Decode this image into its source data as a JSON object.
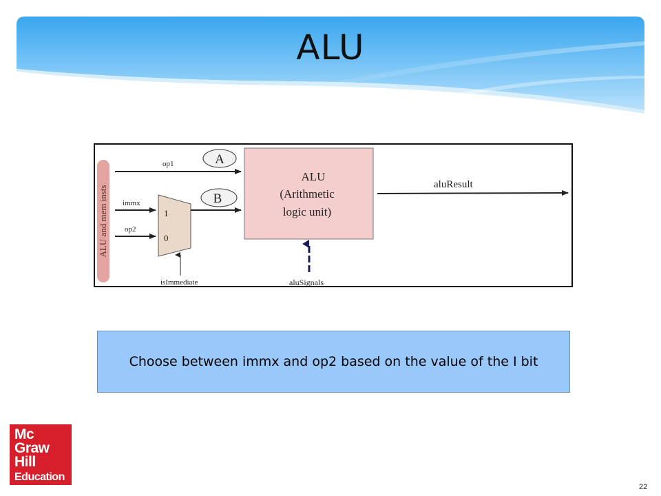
{
  "slide": {
    "title": "ALU",
    "page_number": "22"
  },
  "diagram": {
    "side_label": "ALU and mem insts",
    "inputs": {
      "op1": "op1",
      "immx": "immx",
      "op2": "op2"
    },
    "mux": {
      "input_1": "1",
      "input_0": "0",
      "select": "isImmediate"
    },
    "ports": {
      "a": "A",
      "b": "B"
    },
    "alu": {
      "line1": "ALU",
      "line2": "(Arithmetic",
      "line3": "logic unit)"
    },
    "output": "aluResult",
    "control": "aluSignals"
  },
  "callout": {
    "text": "Choose between immx and op2 based on the value of the I bit"
  },
  "logo": {
    "line1": "Mc",
    "line2": "Graw",
    "line3": "Hill",
    "line4": "Education"
  },
  "colors": {
    "banner_light": "#c8e6fb",
    "banner_dark": "#3aa6ee",
    "alu_fill": "#f4cdcd",
    "mux_fill": "#ead8c8",
    "side_label_fill": "#e4a5a0",
    "callout_fill": "#99c9fb",
    "logo_red": "#d71f2b"
  }
}
